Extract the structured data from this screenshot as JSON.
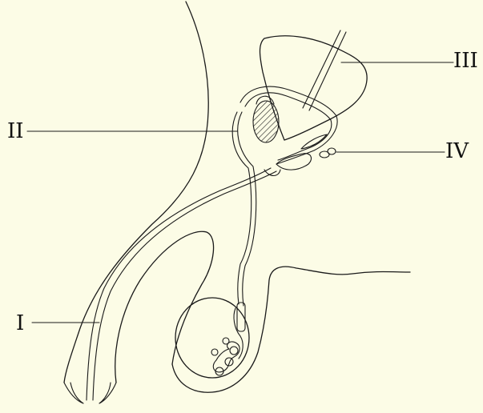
{
  "labels": {
    "I": "I",
    "II": "II",
    "III": "III",
    "IV": "IV"
  },
  "colors": {
    "background": "#fcfce6",
    "stroke": "#1a1a1a"
  }
}
